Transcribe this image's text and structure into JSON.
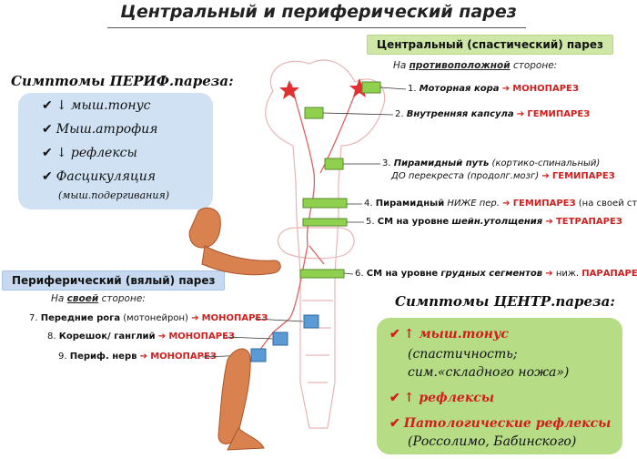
{
  "title": "Центральный и периферический парез",
  "central": {
    "header": "Центральный (спастический) парез",
    "side_note_prefix": "На ",
    "side_note_emph": "противоположной",
    "side_note_suffix": " стороне:",
    "items": [
      {
        "num": "1.",
        "text": "Моторная кора",
        "result": "МОНОПАРЕЗ"
      },
      {
        "num": "2.",
        "text": "Внутренняя капсула",
        "result": "ГЕМИПАРЕЗ"
      },
      {
        "num": "3.",
        "text": "Пирамидный путь",
        "text_extra": "(кортико-спинальный)",
        "line2": "ДО перекреста (продолг.мозг)",
        "result": "ГЕМИПАРЕЗ"
      },
      {
        "num": "4.",
        "text": "Пирамидный",
        "text_extra": "НИЖЕ пер.",
        "result": "ГЕМИПАРЕЗ",
        "note": "(на своей стороне"
      },
      {
        "num": "5.",
        "text": "СМ на уровне",
        "text_extra": "шейн.утолщения",
        "result": "ТЕТРАПАРЕЗ"
      },
      {
        "num": "6.",
        "text": "СМ на уровне",
        "text_extra": "грудных сегментов",
        "mid": "ниж.",
        "result": "ПАРАПАРЕЗ"
      }
    ],
    "symptoms_title": "Симптомы ЦЕНТР.пареза:",
    "symptoms": [
      {
        "text": "↑ мыш.тонус",
        "sub1": "(спастичность;",
        "sub2": "сим.«складного ножа»)"
      },
      {
        "text": "↑ рефлексы"
      },
      {
        "text": "Патологические рефлексы",
        "sub1": "(Россолимо, Бабинского)"
      }
    ]
  },
  "peripheral": {
    "header": "Периферический (вялый) парез",
    "side_note_prefix": "На ",
    "side_note_emph": "своей",
    "side_note_suffix": " стороне:",
    "items": [
      {
        "num": "7.",
        "text": "Передние рога",
        "extra": "(мотонейрон)",
        "result": "МОНОПАРЕЗ"
      },
      {
        "num": "8.",
        "text": "Корешок/ ганглий",
        "result": "МОНОПАРЕЗ"
      },
      {
        "num": "9.",
        "text": "Периф. нерв",
        "result": "МОНОПАРЕЗ"
      }
    ],
    "symptoms_title": "Симптомы ПЕРИФ.пареза:",
    "symptoms": [
      {
        "text": "↓ мыш.тонус"
      },
      {
        "text": "Мыш.атрофия"
      },
      {
        "text": "↓ рефлексы"
      },
      {
        "text": "Фасцикуляция",
        "sub1": "(мыш.подергивания)"
      }
    ]
  },
  "colors": {
    "red": "#d21d1d",
    "green_box": "#b6dc86",
    "blue_box": "#cfe1f2",
    "green_marker": "#8fd14f",
    "blue_marker": "#5b9bd5"
  }
}
